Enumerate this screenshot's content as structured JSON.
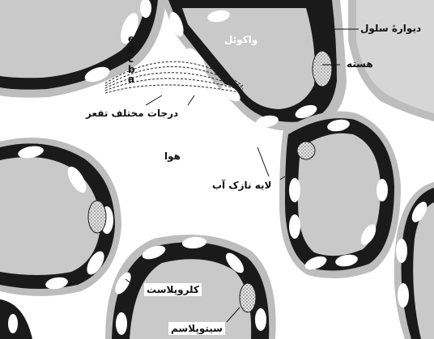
{
  "labels": {
    "cell_wall": "دیوارهٔ سلول",
    "vacuole": "واکوئل",
    "nucleus": "هسته",
    "curvature_degrees": "درجات مختلف تقعر",
    "air": "هوا",
    "thin_water_layer": "لایه نازک آب",
    "chloroplast": "کلروپلاست",
    "cytoplasm": "سیتوپلاسم"
  },
  "curvature_letters": [
    "e",
    "d",
    "c",
    "b",
    "a"
  ],
  "colors": {
    "wall": "#bdbdbd",
    "cytoplasm": "#1a1a1a",
    "vacuole": "#c9c9c9",
    "chloroplast": "#ffffff",
    "background": "#ffffff"
  }
}
